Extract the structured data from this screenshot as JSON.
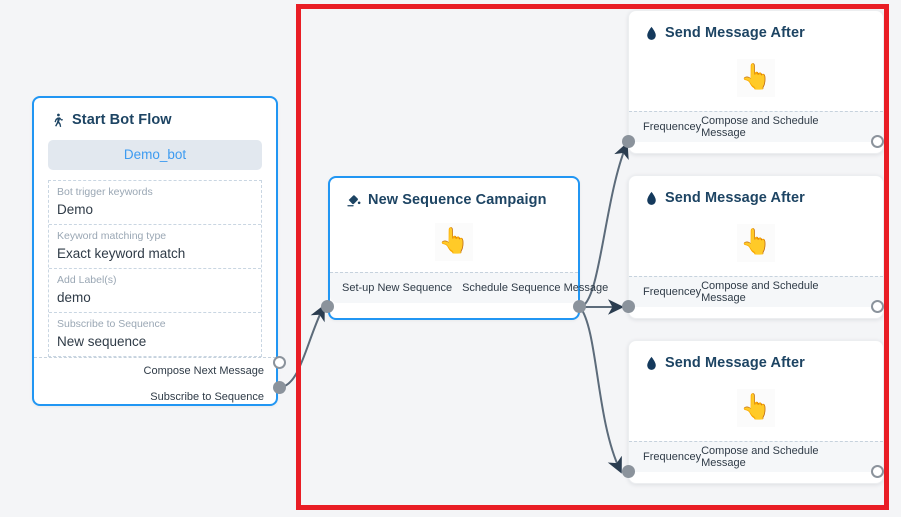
{
  "canvas": {
    "background_color": "#f4f5f7",
    "highlight_rect_color": "#e91d25"
  },
  "nodes": {
    "start_bot_flow": {
      "title": "Start Bot Flow",
      "title_icon": "running-person-icon",
      "bot_name": "Demo_bot",
      "fields": [
        {
          "label": "Bot trigger keywords",
          "value": "Demo"
        },
        {
          "label": "Keyword matching type",
          "value": "Exact keyword match"
        },
        {
          "label": "Add Label(s)",
          "value": "demo"
        },
        {
          "label": "Subscribe to Sequence",
          "value": "New sequence"
        }
      ],
      "ports": [
        {
          "label": "Compose Next Message",
          "state": "unconnected"
        },
        {
          "label": "Subscribe to Sequence",
          "state": "connected"
        }
      ]
    },
    "new_sequence_campaign": {
      "title": "New Sequence Campaign",
      "title_icon": "paint-pour-icon",
      "body_icon": "pointing-hand-cursor-icon",
      "footer_labels": [
        "Set-up New Sequence",
        "Schedule Sequence Message"
      ],
      "input_port_state": "connected",
      "output_port_state": "connected"
    },
    "send_message_cards": [
      {
        "title": "Send Message After",
        "title_icon": "water-drop-icon",
        "body_icon": "pointing-hand-cursor-icon",
        "input_label": "Frequencey",
        "output_label": "Compose and Schedule Message",
        "input_port_state": "connected",
        "output_port_state": "unconnected"
      },
      {
        "title": "Send Message After",
        "title_icon": "water-drop-icon",
        "body_icon": "pointing-hand-cursor-icon",
        "input_label": "Frequencey",
        "output_label": "Compose and Schedule Message",
        "input_port_state": "connected",
        "output_port_state": "unconnected"
      },
      {
        "title": "Send Message After",
        "title_icon": "water-drop-icon",
        "body_icon": "pointing-hand-cursor-icon",
        "input_label": "Frequencey",
        "output_label": "Compose and Schedule Message",
        "input_port_state": "connected",
        "output_port_state": "unconnected"
      }
    ]
  }
}
